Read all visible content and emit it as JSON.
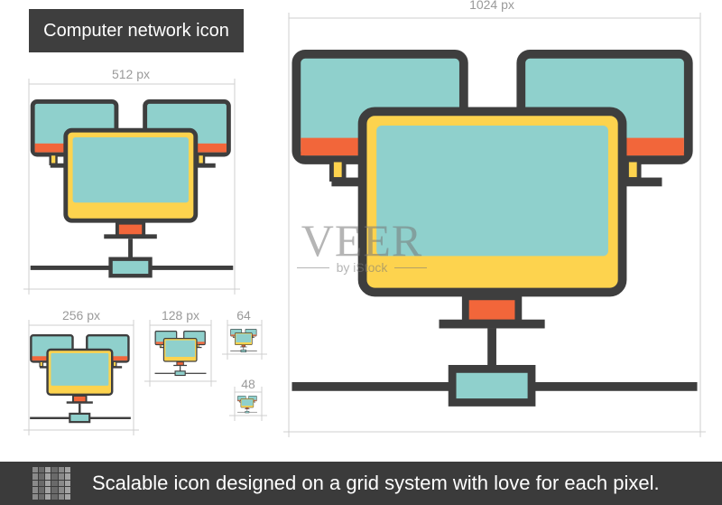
{
  "title": "Computer network icon",
  "labels": {
    "px1024": "1024 px",
    "px512": "512 px",
    "px256": "256 px",
    "px128": "128 px",
    "px64": "64",
    "px48": "48"
  },
  "watermark": {
    "brand": "VEER",
    "sub": "by iStock"
  },
  "footer": {
    "text": "Scalable icon designed on a grid system with love for each pixel."
  },
  "icon": {
    "name": "computer-network-icon",
    "colors": {
      "outline": "#3e3e3e",
      "screen": "#8fd0cc",
      "bezel_back": "#f2663a",
      "bezel_front": "#fdd34e",
      "stand": "#f2663a",
      "connector": "#8fd0cc"
    }
  }
}
